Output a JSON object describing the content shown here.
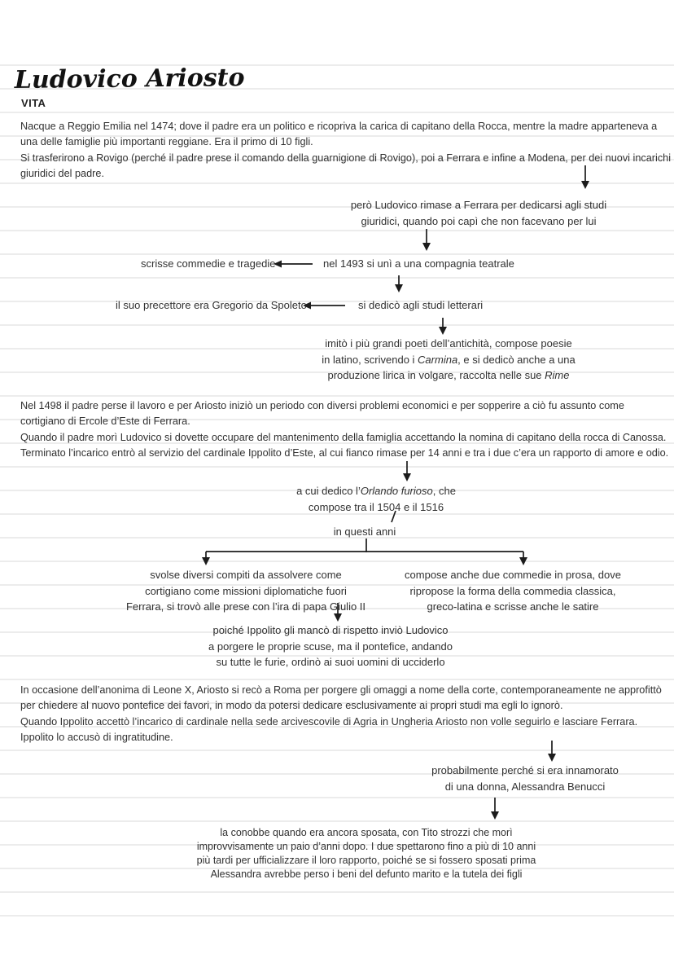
{
  "page": {
    "title": "Ludovico Ariosto",
    "section_heading": "VITA"
  },
  "colors": {
    "background": "#ffffff",
    "rule_line": "#ececec",
    "ink": "#313131",
    "arrow": "#1c1c1c"
  },
  "paragraphs": {
    "birth_1": "Nacque a Reggio Emilia nel 1474; dove il padre era un politico e ricopriva la carica di capitano della Rocca, mentre la madre apparteneva a una delle famiglie più importanti reggiane. Era il primo di 10 figli.",
    "birth_2": "Si trasferirono a Rovigo (perché il padre prese il comando della guarnigione di Rovigo), poi a Ferrara e infine a Modena, per dei nuovi incarichi giuridici del padre.",
    "father_1": "Nel 1498 il padre perse il lavoro e per Ariosto iniziò un periodo con diversi problemi economici e per sopperire a ciò fu assunto come cortigiano di Ercole d’Este di Ferrara.",
    "father_2": "Quando il padre morì Ludovico si dovette occupare del mantenimento della famiglia accettando la nomina di capitano della rocca di Canossa. Terminato l’incarico entrò al servizio del cardinale Ippolito d’Este, al cui fianco rimase per 14 anni e tra i due c’era un rapporto di amore e odio.",
    "rome_1": "In occasione dell’anonima di Leone X, Ariosto si recò a Roma per porgere gli omaggi a nome della corte, contemporaneamente ne approfittò per chiedere al nuovo pontefice dei favori, in modo da potersi dedicare esclusivamente ai propri studi ma egli lo ignorò.",
    "rome_2": "Quando Ippolito accettò l’incarico di cardinale nella sede arcivescovile di Agria in Ungheria Ariosto non volle seguirlo e lasciare Ferrara. Ippolito lo accusò di ingratitudine."
  },
  "flow": {
    "stayed_ferrara": [
      "però Ludovico rimase a Ferrara per dedicarsi agli studi",
      "giuridici, quando poi capì che non facevano per lui"
    ],
    "wrote_comedies": "scrisse commedie e tragedie",
    "theatre_company": "nel 1493 si unì a una compagnia teatrale",
    "preceptor": "il suo precettore era Gregorio da Spoleto",
    "literary_studies": "si dedicò agli studi letterari",
    "imitated_poets": {
      "line1": "imitò i più grandi poeti dell’antichità, compose poesie",
      "line2_pre": "in latino, scrivendo i ",
      "line2_italic": "Carmina",
      "line2_post": ", e si dedicò anche a una",
      "line3_pre": "produzione lirica in volgare, raccolta nelle sue ",
      "line3_italic": "Rime"
    },
    "orlando": {
      "line1_pre": "a cui dedico l’",
      "line1_italic": "Orlando furioso",
      "line1_post": ", che",
      "line2": "compose tra il 1504 e il 1516"
    },
    "in_these_years": "in questi anni",
    "courtier_tasks": [
      "svolse diversi compiti da assolvere come",
      "cortigiano come missioni diplomatiche fuori",
      "Ferrara, si trovò alle prese con l’ira di papa Giulio II"
    ],
    "prose_comedies": [
      "compose anche due commedie in prosa, dove",
      "ripropose la forma della commedia classica,",
      "greco-latina e scrisse anche le satire"
    ],
    "apology": [
      "poiché Ippolito gli mancò di rispetto inviò Ludovico",
      "a porgere le proprie scuse, ma il pontefice, andando",
      "su tutte le furie, ordinò ai suoi uomini di ucciderlo"
    ],
    "in_love": [
      "probabilmente perché si era innamorato",
      "di una donna, Alessandra Benucci"
    ],
    "alessandra": [
      "la conobbe quando era ancora sposata, con Tito strozzi che morì",
      "improvvisamente un paio d’anni dopo. I due spettarono fino a più di 10 anni",
      "più tardi per ufficializzare il loro rapporto, poiché se si fossero sposati prima",
      "Alessandra avrebbe perso i beni del defunto marito e la tutela dei figli"
    ]
  }
}
